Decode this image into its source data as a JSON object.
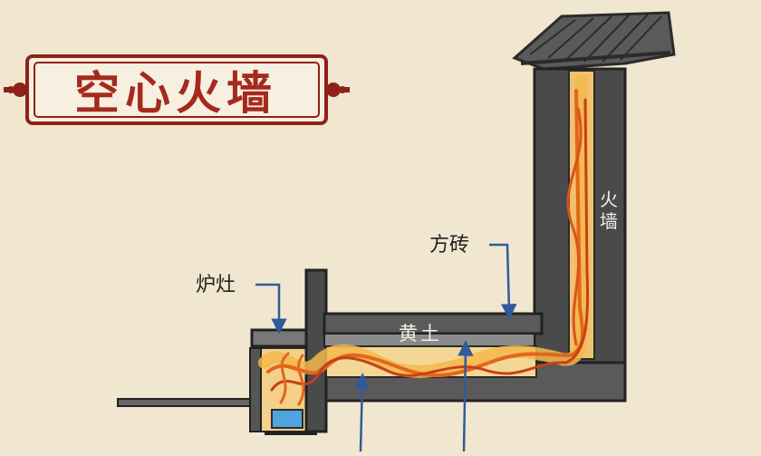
{
  "title": "空心火墙",
  "labels": {
    "stove": "炉灶",
    "square_brick": "方砖",
    "fire_wall": "火墙",
    "loess": "黄土"
  },
  "colors": {
    "background": "#f1e6cf",
    "title_red": "#a52a1e",
    "frame_red": "#8f2119",
    "wall_dark": "#4a4a4a",
    "flame_orange": "#e2661e",
    "flame_glow": "#f3b84a",
    "arrow_blue": "#2f5b9a",
    "water_blue": "#4fa4e0"
  }
}
